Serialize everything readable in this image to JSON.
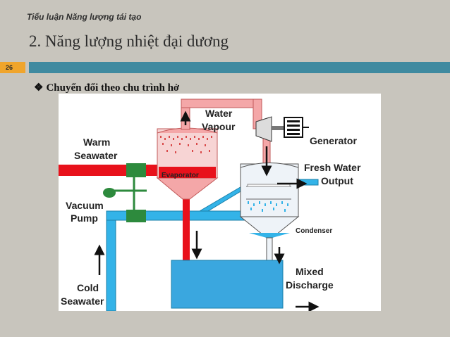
{
  "header": {
    "note": "Tiểu luận Năng lượng tái tạo"
  },
  "slide": {
    "title": "2. Năng lượng nhiệt đại dương",
    "number": "26",
    "bullet_mark": "❖",
    "bullet": "Chuyển đổi theo chu trình hở"
  },
  "diagram": {
    "labels": {
      "warm_1": "Warm",
      "warm_2": "Seawater",
      "water_vapour_1": "Water",
      "water_vapour_2": "Vapour",
      "generator": "Generator",
      "fresh_1": "Fresh Water",
      "fresh_2": "Output",
      "evaporator": "Evaporator",
      "vacuum_1": "Vacuum",
      "vacuum_2": "Pump",
      "condenser": "Condenser",
      "mixed_1": "Mixed",
      "mixed_2": "Discharge",
      "cold_1": "Cold",
      "cold_2": "Seawater"
    },
    "colors": {
      "warm_water": "#e8111b",
      "vapour": "#f4a7a8",
      "cold_water": "#33b3e8",
      "valve": "#2d8a3d",
      "tank_fill": "#3aa7df"
    }
  }
}
